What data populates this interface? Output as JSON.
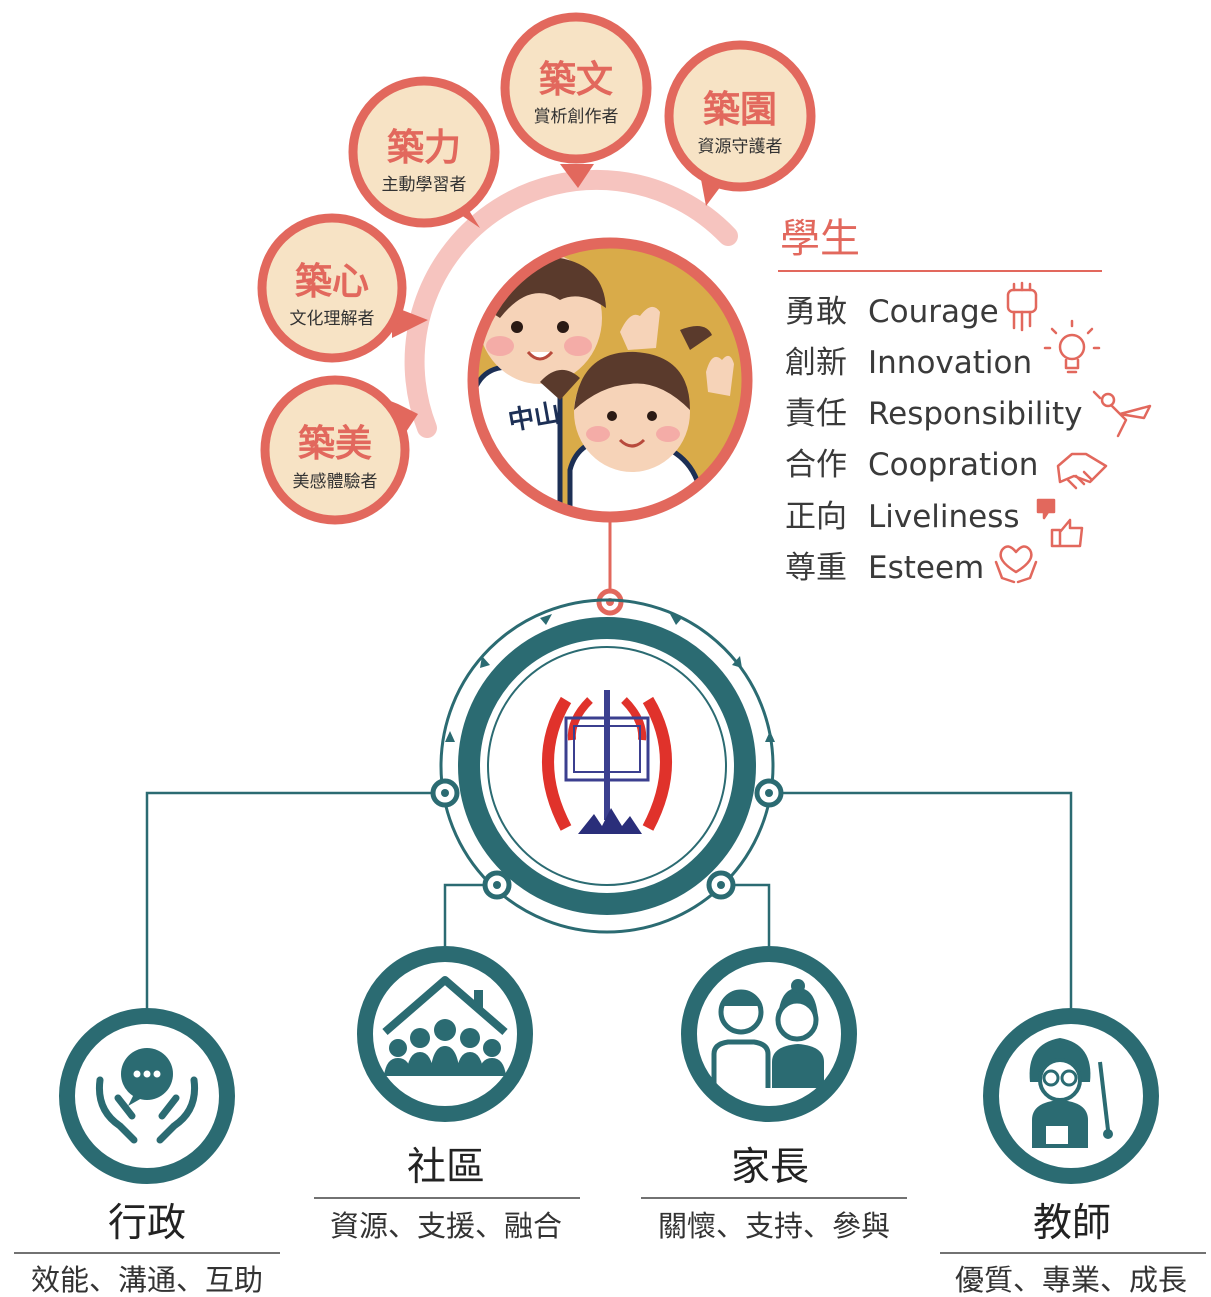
{
  "colors": {
    "coral": "#e2685d",
    "teal": "#2b6b72",
    "cream": "#f7e3c5",
    "pink": "#f6c4bf",
    "gold": "#d9ab49"
  },
  "bubbles": [
    {
      "title": "築美",
      "subtitle": "美感體驗者"
    },
    {
      "title": "築心",
      "subtitle": "文化理解者"
    },
    {
      "title": "築力",
      "subtitle": "主動學習者"
    },
    {
      "title": "築文",
      "subtitle": "賞析創作者"
    },
    {
      "title": "築園",
      "subtitle": "資源守護者"
    }
  ],
  "student": {
    "title": "學生",
    "values": [
      {
        "zh": "勇敢",
        "en": "Courage",
        "icon": "fist-icon"
      },
      {
        "zh": "創新",
        "en": "Innovation",
        "icon": "lightbulb-icon"
      },
      {
        "zh": "責任",
        "en": "Responsibility",
        "icon": "superhero-icon"
      },
      {
        "zh": "合作",
        "en": "Coopration",
        "icon": "handshake-icon"
      },
      {
        "zh": "正向",
        "en": "Liveliness",
        "icon": "thumbs-up-icon"
      },
      {
        "zh": "尊重",
        "en": "Esteem",
        "icon": "heart-hands-icon"
      }
    ],
    "badge_text": "中山"
  },
  "groups": [
    {
      "title": "行政",
      "subtitle": "效能、溝通、互助",
      "icon": "hands-speech-icon"
    },
    {
      "title": "社區",
      "subtitle": "資源、支援、融合",
      "icon": "house-community-icon"
    },
    {
      "title": "家長",
      "subtitle": "關懷、支持、參與",
      "icon": "parents-icon"
    },
    {
      "title": "教師",
      "subtitle": "優質、專業、成長",
      "icon": "teacher-icon"
    }
  ]
}
